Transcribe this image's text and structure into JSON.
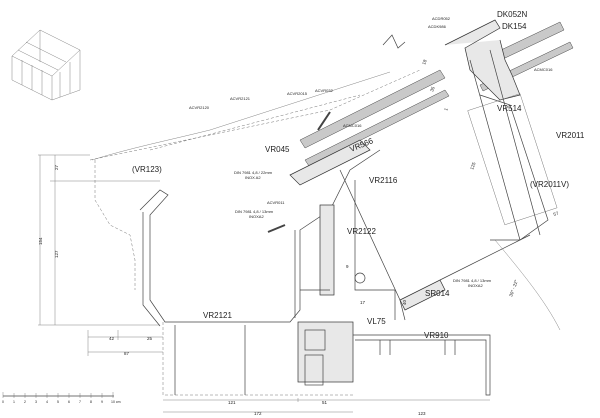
{
  "title": "Veranda gutter / roof section detail",
  "labels": {
    "dk052n": "DK052N",
    "dk154": "DK154",
    "acdr052": "ACDR052",
    "acdk986": "ACDK986",
    "acmc016_top": "ACMC016",
    "vr514": "VR514",
    "vr2011": "VR2011",
    "vr2011v": "(VR2011V)",
    "acvr2120": "ACVR2120",
    "acvr2121": "ACVR2121",
    "acvr2015": "ACVR2015",
    "acvr032": "ACVR032",
    "acmc016_mid": "ACMC016",
    "vr045": "VR045",
    "vr566": "VR566",
    "vr2116": "VR2116",
    "screw22_a": "DIN 7981 4,8 / 22mm",
    "screw22_b": "INOX A2",
    "acvr011": "ACVR011",
    "screw13_a": "DIN 7981 4,8 / 13mm",
    "screw13_b": "INOXA2",
    "vr2122": "VR2122",
    "vr123": "(VR123)",
    "vr2121": "VR2121",
    "sr014": "SR014",
    "screw13r_a": "DIN 7981 4,8 / 13mm",
    "screw13r_b": "INOXA2",
    "vl75": "VL75",
    "vr910": "VR910",
    "angle": "30° - 22°"
  },
  "dimensions": {
    "d27": "27",
    "d127": "127",
    "d154": "154",
    "d42": "42",
    "d25": "25",
    "d87": "87",
    "d9": "9",
    "d17": "17",
    "d40": "40",
    "d121": "121",
    "d51": "51",
    "d172": "172",
    "d123": "123",
    "d125": "125",
    "d57": "57",
    "d18": "18",
    "d35": "35",
    "d1": "1"
  },
  "scale": {
    "ticks": [
      "0",
      "1",
      "2",
      "3",
      "4",
      "5",
      "6",
      "7",
      "8",
      "9",
      "10 cm"
    ]
  }
}
